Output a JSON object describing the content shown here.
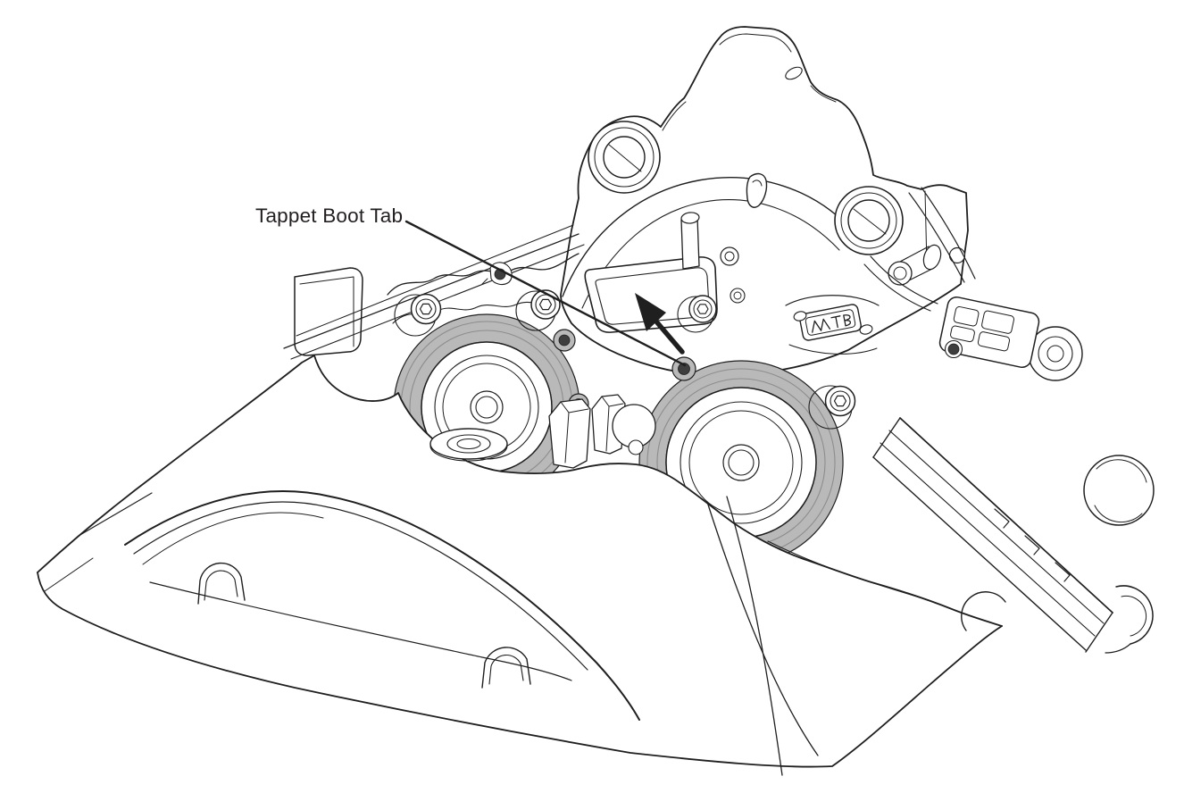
{
  "figure": {
    "type": "technical-line-illustration",
    "annotation": {
      "label": "Tappet Boot Tab"
    },
    "parts": [
      "caliper-body",
      "caliper-bridge",
      "mounting-ear-left",
      "mounting-ear-right",
      "piston-left",
      "piston-right",
      "piston-boot-left",
      "piston-boot-right",
      "tappet-boot-tab",
      "pad-window",
      "brake-pad-stack",
      "spring-plate",
      "logo-badge",
      "socket-bolt",
      "washer",
      "leader-line",
      "callout-arrow"
    ]
  },
  "colors": {
    "line": "#1f1f1f",
    "boot": "#b9b9b9",
    "boot_line": "#8d8d8d",
    "stipple": "#3e3e3e",
    "background": "#ffffff",
    "text": "#231f20"
  }
}
